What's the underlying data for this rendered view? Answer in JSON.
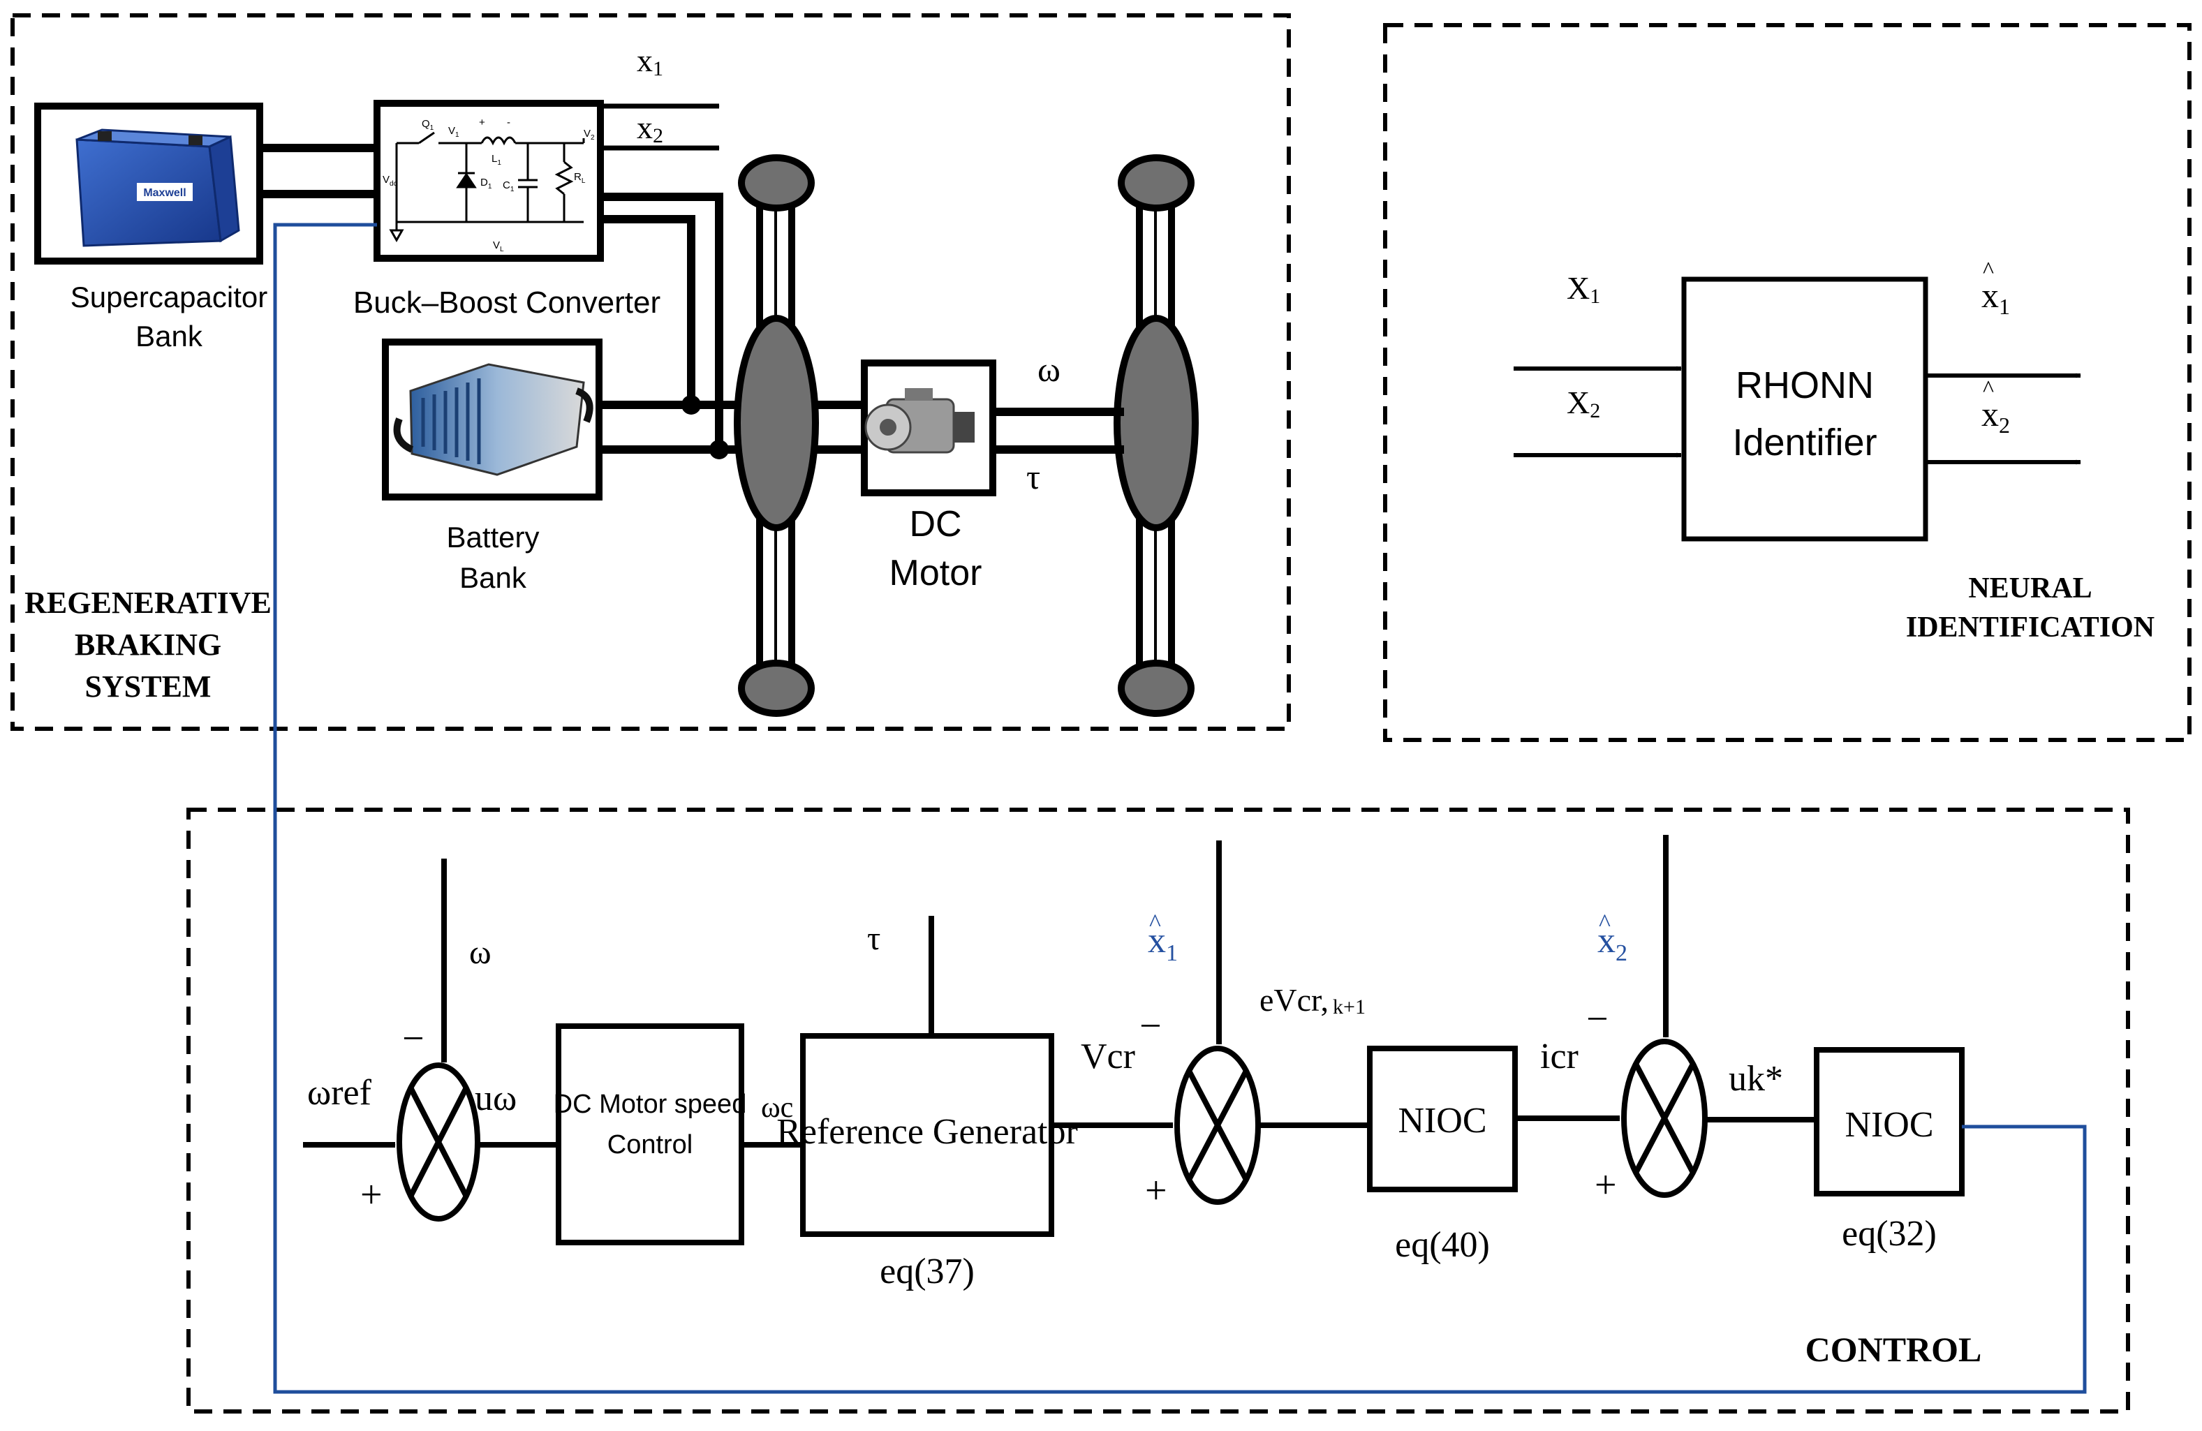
{
  "colors": {
    "line": "#000000",
    "feedback_wire": "#1f4e9c",
    "wheel_fill": "#707070",
    "hat_label": "#2450a0"
  },
  "regenerative": {
    "title_line1": "REGENERATIVE",
    "title_line2": "BRAKING",
    "title_line3": "SYSTEM",
    "supercap_line1": "Supercapacitor",
    "supercap_line2": "Bank",
    "supercap_brand": "Maxwell",
    "converter_label": "Buck–Boost Converter",
    "battery_line1": "Battery",
    "battery_line2": "Bank",
    "motor_line1": "DC",
    "motor_line2": "Motor",
    "out_x1": "x",
    "out_x1_sub": "1",
    "out_x2": "x",
    "out_x2_sub": "2",
    "omega": "ω",
    "tau": "τ",
    "circuit": {
      "q": "Q",
      "q_sub": "1",
      "v1": "V",
      "v1_sub": "1",
      "l": "L",
      "l_sub": "1",
      "v2": "V",
      "v2_sub": "2",
      "vdc": "V",
      "vdc_sub": "dc",
      "d": "D",
      "d_sub": "1",
      "c": "C",
      "c_sub": "1",
      "r": "R",
      "r_sub": "L",
      "vl": "V",
      "vl_sub": "L",
      "plus": "+",
      "minus": "-"
    }
  },
  "neural": {
    "title_line1": "NEURAL",
    "title_line2": "IDENTIFICATION",
    "in_x1": "X",
    "in_x1_sub": "1",
    "in_x2": "X",
    "in_x2_sub": "2",
    "block_line1": "RHONN",
    "block_line2": "Identifier",
    "out_x1": "x",
    "out_x1_sub": "1",
    "out_x2": "x",
    "out_x2_sub": "2",
    "hat": "^"
  },
  "control": {
    "title": "CONTROL",
    "omega_ref": "ωref",
    "omega_fb": "ω",
    "u_omega": "uω",
    "speed_line1": "DC Motor speed",
    "speed_line2": "Control",
    "omega_c": "ωc",
    "tau": "τ",
    "refgen_label": "Reference Generator",
    "refgen_eq": "eq(37)",
    "vcr": "Vcr",
    "x1hat": "x",
    "x1hat_sub": "1",
    "x2hat": "x",
    "x2hat_sub": "2",
    "hat": "^",
    "evcr": "eVcr,",
    "evcr_sub": "k+1",
    "nioc1": "NIOC",
    "nioc1_eq": "eq(40)",
    "icr": "icr",
    "uk": "uk*",
    "nioc2": "NIOC",
    "nioc2_eq": "eq(32)",
    "plus": "+",
    "minus": "−"
  }
}
